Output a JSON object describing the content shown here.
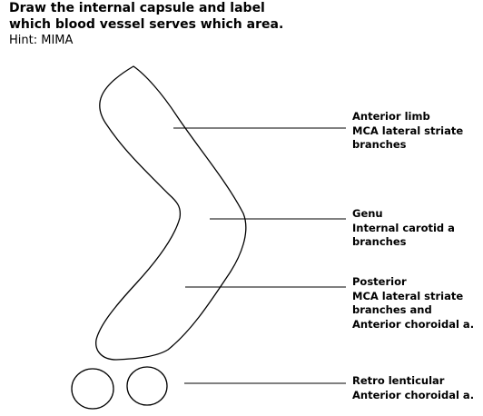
{
  "heading": {
    "line1": "Draw the internal capsule and label",
    "line2": "which blood vessel serves which area.",
    "hint": "Hint: MIMA"
  },
  "labels": {
    "anterior": {
      "lines": [
        "Anterior limb",
        "MCA lateral striate",
        "branches"
      ]
    },
    "genu": {
      "lines": [
        "Genu",
        "Internal carotid a",
        "branches"
      ]
    },
    "posterior": {
      "lines": [
        "Posterior",
        "MCA lateral striate",
        "branches and",
        "Anterior choroidal a."
      ]
    },
    "retro": {
      "lines": [
        "Retro lenticular",
        "Anterior choroidal a."
      ]
    }
  },
  "colors": {
    "stroke": "#000000",
    "text": "#000000",
    "background": "#ffffff"
  }
}
